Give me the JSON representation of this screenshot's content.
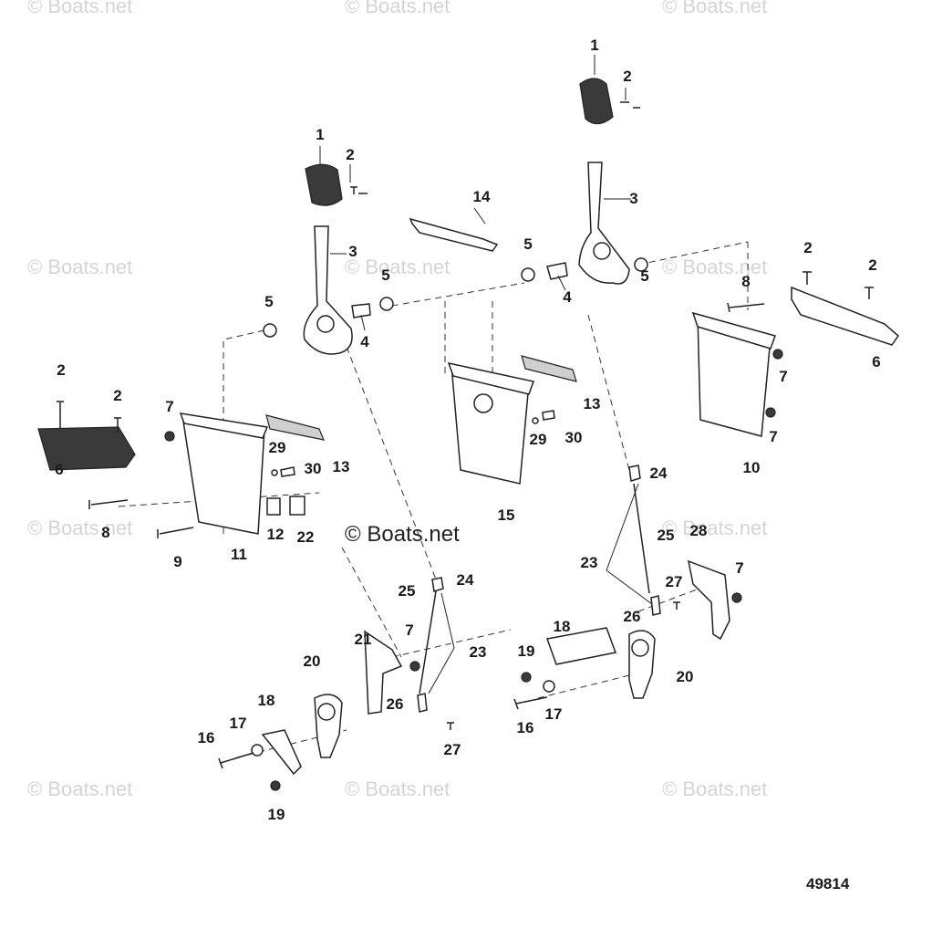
{
  "watermark_text": "© Boats.net",
  "center_watermark": "© Boats.net",
  "figure_number": "49814",
  "callouts": [
    "1",
    "2",
    "3",
    "4",
    "5",
    "6",
    "7",
    "8",
    "9",
    "10",
    "11",
    "12",
    "13",
    "14",
    "15",
    "16",
    "17",
    "18",
    "19",
    "20",
    "21",
    "22",
    "23",
    "24",
    "25",
    "26",
    "27",
    "28",
    "29",
    "30"
  ]
}
